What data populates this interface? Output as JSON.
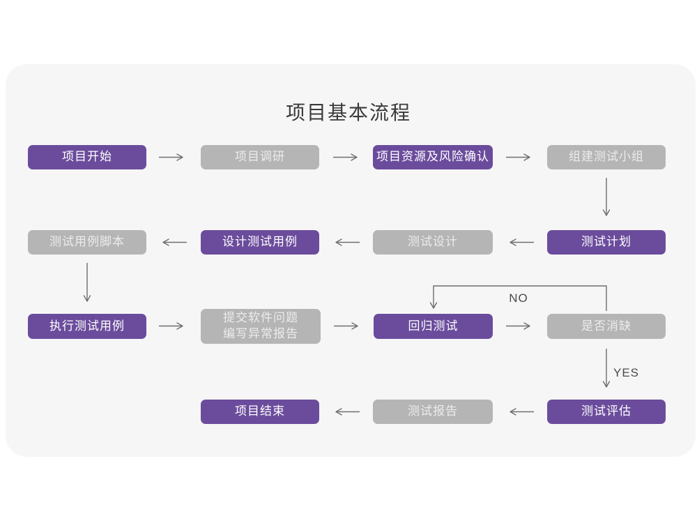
{
  "title": "项目基本流程",
  "colors": {
    "accent_purple": "#6b4c9c",
    "node_gray": "#b5b5b5",
    "node_text_on_gray": "#ececec",
    "card_bg": "#f6f6f7",
    "arrow_color": "#6e6e6e",
    "title_color": "#3a3a3a",
    "label_color": "#4a4a4a"
  },
  "labels": {
    "no": "NO",
    "yes": "YES"
  },
  "nodes": [
    {
      "id": "project-start",
      "label": "项目开始",
      "variant": "purple"
    },
    {
      "id": "project-research",
      "label": "项目调研",
      "variant": "gray"
    },
    {
      "id": "risk-confirm",
      "label": "项目资源及风险确认",
      "variant": "purple"
    },
    {
      "id": "build-test-team",
      "label": "组建测试小组",
      "variant": "gray"
    },
    {
      "id": "test-plan",
      "label": "测试计划",
      "variant": "purple"
    },
    {
      "id": "test-design",
      "label": "测试设计",
      "variant": "gray"
    },
    {
      "id": "design-test-cases",
      "label": "设计测试用例",
      "variant": "purple"
    },
    {
      "id": "test-case-script",
      "label": "测试用例脚本",
      "variant": "gray"
    },
    {
      "id": "execute-test-cases",
      "label": "执行测试用例",
      "variant": "purple"
    },
    {
      "id": "submit-issues",
      "label": "提交软件问题\n编写异常报告",
      "variant": "gray"
    },
    {
      "id": "regression-test",
      "label": "回归测试",
      "variant": "purple"
    },
    {
      "id": "defect-resolved",
      "label": "是否消缺",
      "variant": "gray"
    },
    {
      "id": "test-evaluation",
      "label": "测试评估",
      "variant": "purple"
    },
    {
      "id": "test-report",
      "label": "测试报告",
      "variant": "gray"
    },
    {
      "id": "project-end",
      "label": "项目结束",
      "variant": "purple"
    }
  ]
}
